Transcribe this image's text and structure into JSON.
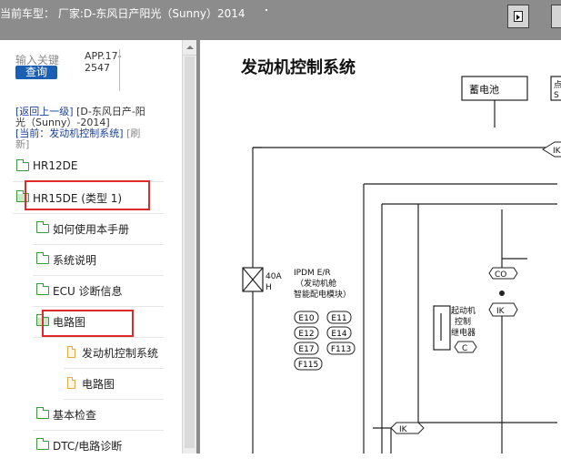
{
  "window": {
    "title": "当前车型：  厂家:D-东风日产阳光（Sunny）2014"
  },
  "sidebar": {
    "keyword_placeholder": "输入关键",
    "search_label": "查询",
    "code_line1": "APP.17-",
    "code_line2": "2547",
    "nav_back_link": "[返回上一级]",
    "nav_back_path_1": " [D-东风日产-阳",
    "nav_back_path_2": "光（Sunny）-2014]",
    "nav_current_label": "[当前：发动机控制系统]",
    "nav_refresh_1": " [刷",
    "nav_refresh_2": "新]",
    "items": [
      {
        "label": "HR12DE"
      },
      {
        "label": "HR15DE (类型 1)"
      },
      {
        "label": "如何使用本手册"
      },
      {
        "label": "系统说明"
      },
      {
        "label": "ECU 诊断信息"
      },
      {
        "label": "电路图"
      },
      {
        "label": "发动机控制系统"
      },
      {
        "label": "电路图"
      },
      {
        "label": "基本检查"
      },
      {
        "label": "DTC/电路诊断"
      }
    ]
  },
  "diagram": {
    "title": "发动机控制系统",
    "battery": "蓄电池",
    "corner_label_1": "点",
    "corner_label_2": "S",
    "fuse_rating": "40A",
    "fuse_code": "H",
    "ipdm_1": "IPDM E/R",
    "ipdm_2": "（发动机舱",
    "ipdm_3": "智能配电模块）",
    "connectors": [
      "E10",
      "E11",
      "E12",
      "E14",
      "E17",
      "F113",
      "F115"
    ],
    "tag_ik": "IK",
    "tag_co": "CO",
    "tag_c": "C",
    "relay_1": "起动机",
    "relay_2": "控制",
    "relay_3": "继电器"
  }
}
